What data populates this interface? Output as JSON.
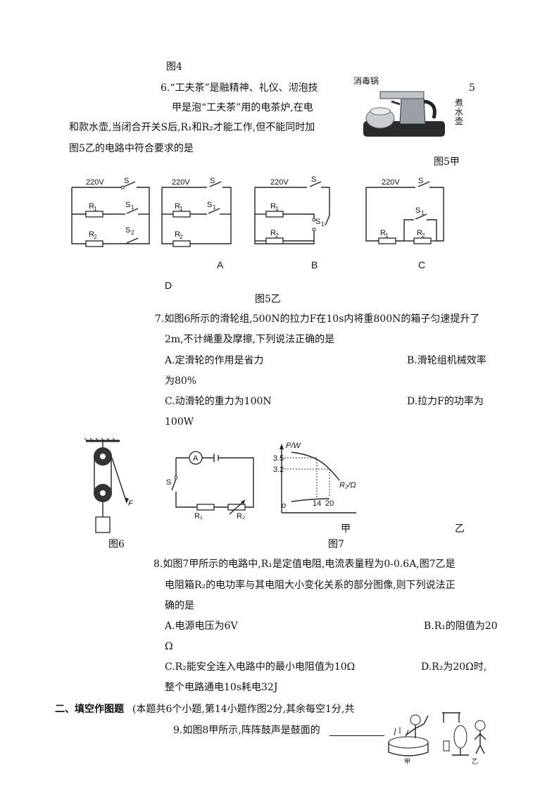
{
  "fig4_caption": "图4",
  "q6": {
    "line1": "6.“工夫茶”是融精神、礼仪、沏泡技",
    "line1_right": "5",
    "line2": "甲是泡“工夫茶”用的电茶炉,在电",
    "line3": "和款水壶,当闭合开关S后,R₁和R₂才能工作,但不能同时加",
    "line4": "图5乙的电路中符合要求的是",
    "photo_label_left": "消毒锅",
    "photo_label_right": "煮水壶",
    "fig5a_caption": "图5甲",
    "circuit_voltage": "220V",
    "option_labels": [
      "A",
      "B",
      "C",
      "D"
    ],
    "fig5b_caption": "图5乙"
  },
  "q7": {
    "stem1": "7.如图6所示的滑轮组,500N的拉力F在10s内将重800N的箱子匀速提升了",
    "stem2": "2m,不计绳重及摩擦,下列说法正确的是",
    "A": "A.定滑轮的作用是省力",
    "B": "B.滑轮组机械效率",
    "B2": "为80%",
    "C": "C.动滑轮的重力为100N",
    "D": "D.拉力F的功率为",
    "D2": "100W",
    "fig6_caption": "图6",
    "force_label": "F"
  },
  "fig7": {
    "caption": "图7",
    "jia": "甲",
    "yi": "乙",
    "ammeter": "A",
    "switch": "S",
    "r1": "R₁",
    "r2": "R₂",
    "y_axis": "P/W",
    "x_axis": "R₂/Ω",
    "origin": "o",
    "y_ticks": [
      "3.5",
      "3.2"
    ],
    "x_ticks": [
      "14",
      "20"
    ]
  },
  "q8": {
    "stem1": "8.如图7甲所示的电路中,R₁是定值电阻,电流表量程为0-0.6A,图7乙是",
    "stem2": "电阻箱R₂的电功率与其电阻大小变化关系的部分图像,则下列说法正",
    "stem3": "确的是",
    "A": "A.电源电压为6V",
    "B": "B.R₁的阻值为20",
    "B2": "Ω",
    "C": "C.R₂能安全连入电路中的最小电阻值为10Ω",
    "D": "D.R₂为20Ω时,",
    "D2": "整个电路通电10s耗电32J"
  },
  "section2": {
    "heading": "二、填空作图题",
    "note": "(本题共6个小题,第14小题作图2分,其余每空1分,共",
    "q9": "9.如图8甲所示,阵阵鼓声是鼓面的",
    "fig8_jia": "甲",
    "fig8_yi": "乙"
  }
}
